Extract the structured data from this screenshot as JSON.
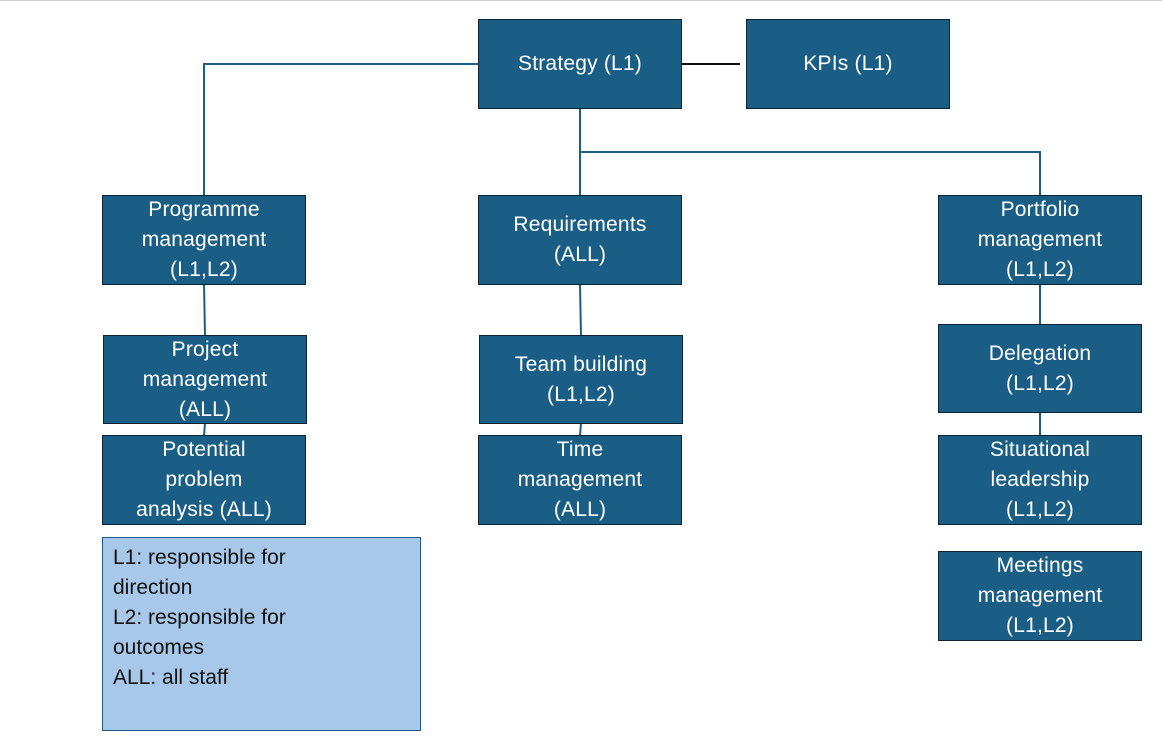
{
  "colors": {
    "node_fill": "#1b5e85",
    "node_border": "#0d2436",
    "connector": "#1b5e85",
    "kpi_connector": "#111111",
    "legend_fill": "#a7c8e8",
    "legend_border": "#1e5a80"
  },
  "nodes": {
    "strategy": [
      "Strategy (L1)"
    ],
    "kpis": [
      "KPIs (L1)"
    ],
    "programme": [
      "Programme",
      "management",
      "(L1,L2)"
    ],
    "requirements": [
      "Requirements",
      "(ALL)"
    ],
    "portfolio": [
      "Portfolio",
      "management",
      "(L1,L2)"
    ],
    "project": [
      "Project",
      "management",
      "(ALL)"
    ],
    "potential_problem": [
      "Potential",
      "problem",
      "analysis (ALL)"
    ],
    "team_building": [
      "Team building",
      "(L1,L2)"
    ],
    "time_management": [
      "Time",
      "management",
      "(ALL)"
    ],
    "delegation": [
      "Delegation",
      "(L1,L2)"
    ],
    "situational_leadership": [
      "Situational",
      "leadership",
      "(L1,L2)"
    ],
    "meetings_management": [
      "Meetings",
      "management",
      "(L1,L2)"
    ]
  },
  "legend": {
    "lines": [
      "L1: responsible for",
      "direction",
      "L2: responsible for",
      "outcomes",
      "ALL: all staff"
    ]
  }
}
